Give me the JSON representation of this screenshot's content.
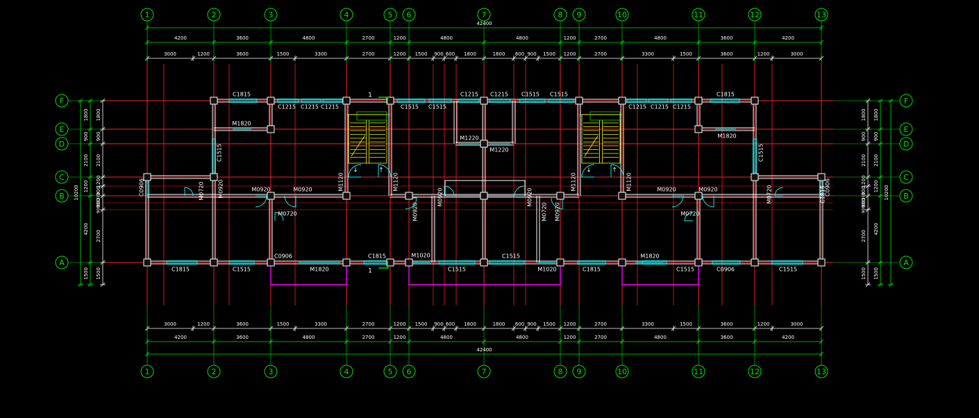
{
  "colors": {
    "background": "#000000",
    "axis_line": "#ff2020",
    "bubble": "#00e600",
    "dimension": "#ffffff",
    "dimension_green": "#00e600",
    "wall": "#ffffff",
    "column": "#ffffff",
    "window": "#00ffff",
    "door": "#00ffff",
    "stair": "#ffff00",
    "balcony": "#ff00ff",
    "label": "#ffffff"
  },
  "axes_vertical": [
    "1",
    "2",
    "3",
    "4",
    "5",
    "6",
    "7",
    "8",
    "9",
    "10",
    "11",
    "12",
    "13"
  ],
  "axes_horizontal": [
    "F",
    "E",
    "D",
    "C",
    "B",
    "A"
  ],
  "dimensions": {
    "overall_total": "42400",
    "top_outer": [
      "4200",
      "3600",
      "4800",
      "2700",
      "1200",
      "4800",
      "4800",
      "1200",
      "2700",
      "4800",
      "3600",
      "4200"
    ],
    "top_inner": [
      "3000",
      "1200",
      "3600",
      "1500",
      "3300",
      "2700",
      "1200",
      "1500",
      "900",
      "600",
      "1800",
      "1800",
      "600",
      "900",
      "1500",
      "1200",
      "2700",
      "3300",
      "1500",
      "3600",
      "1200",
      "3000"
    ],
    "bottom_inner": [
      "3000",
      "1200",
      "3600",
      "1500",
      "3300",
      "2700",
      "1200",
      "1500",
      "900",
      "600",
      "1800",
      "1800",
      "600",
      "900",
      "1500",
      "1200",
      "2700",
      "3300",
      "1500",
      "3600",
      "1200",
      "3000"
    ],
    "bottom_outer": [
      "4200",
      "3600",
      "4800",
      "2700",
      "1200",
      "4800",
      "4800",
      "1200",
      "2700",
      "4800",
      "3600",
      "4200"
    ],
    "side_total": "10200",
    "side_outer": [
      "1800",
      "900",
      "2100",
      "1200",
      "4200",
      "1500"
    ],
    "side_inner": [
      "1800",
      "900",
      "2100",
      "1200",
      "300",
      "900",
      "2700",
      "1500"
    ],
    "side_inner_small": "90030300"
  },
  "labels": {
    "windows": [
      "C1815",
      "C1215",
      "C1215",
      "C1215",
      "C1515",
      "C1515",
      "C1215",
      "C1215",
      "C1515",
      "C1515",
      "C1215",
      "C1215",
      "C1215",
      "C1815",
      "C1515",
      "C1515",
      "C0906",
      "C0906",
      "C1815",
      "C1515",
      "C0906",
      "C1815",
      "C1515",
      "C1515",
      "C1815",
      "C1515",
      "C0906",
      "C1515",
      "C1815"
    ],
    "doors": [
      "M1820",
      "M1220",
      "M1220",
      "M1820",
      "M0720",
      "M0920",
      "M0920",
      "M0920",
      "M1120",
      "M1120",
      "M0720",
      "M0920",
      "M0920",
      "M0720",
      "M0920",
      "M0920",
      "M1120",
      "M1120",
      "M0720",
      "M0920",
      "M0920",
      "M0720",
      "M1820",
      "M1020",
      "M1020",
      "M1820"
    ],
    "section_mark": "1"
  }
}
